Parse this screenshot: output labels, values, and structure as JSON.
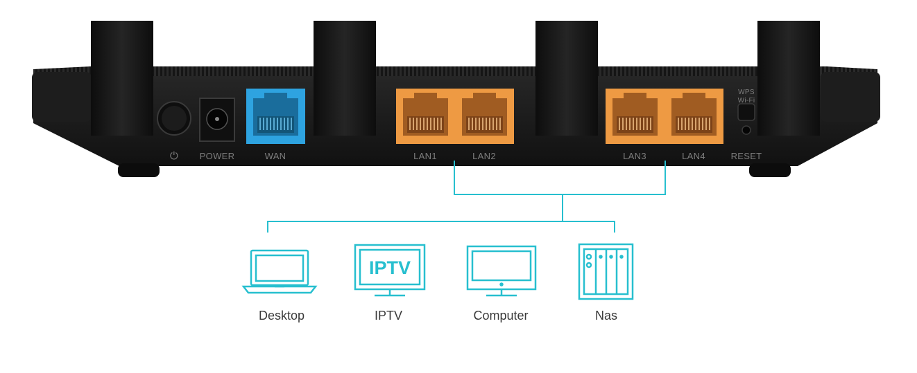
{
  "router": {
    "power_symbol": "⏻",
    "ports": {
      "power": "POWER",
      "wan": "WAN",
      "lan1": "LAN1",
      "lan2": "LAN2",
      "lan3": "LAN3",
      "lan4": "LAN4",
      "reset": "RESET"
    },
    "wps_label_line1": "WPS",
    "wps_label_line2": "Wi-Fi"
  },
  "devices": {
    "desktop": "Desktop",
    "iptv": "IPTV",
    "iptv_screen_text": "IPTV",
    "computer": "Computer",
    "nas": "Nas"
  },
  "colors": {
    "router_body": "#1b1b1b",
    "wan_port": "#2ea3e0",
    "lan_port": "#ee9a43",
    "connector": "#27bfcf",
    "label_gray": "#7d7d7d"
  }
}
